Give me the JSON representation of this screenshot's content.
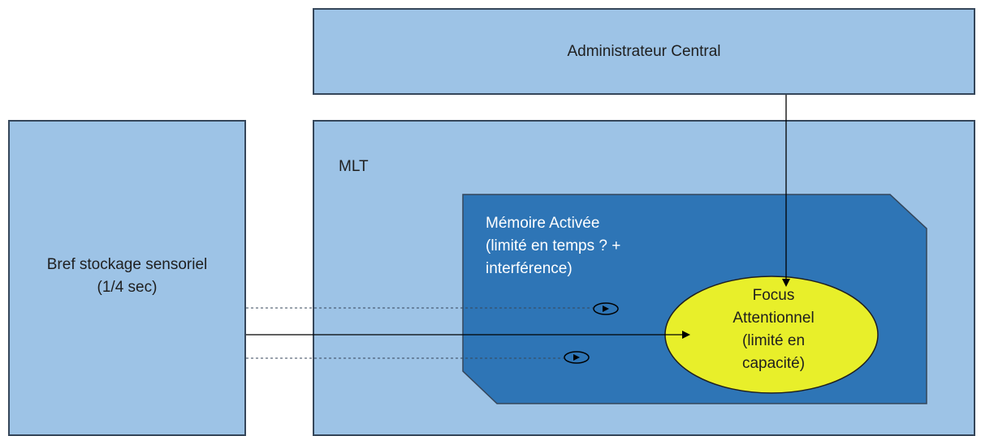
{
  "central_executive": {
    "label": "Administrateur Central"
  },
  "sensory_store": {
    "line1": "Bref stockage sensoriel",
    "line2": "(1/4 sec)"
  },
  "long_term_memory": {
    "label": "MLT"
  },
  "activated_memory": {
    "line1": "Mémoire Activée",
    "line2": "(limité en temps ? +",
    "line3": "interférence)"
  },
  "attention_focus": {
    "line1": "Focus",
    "line2": "Attentionnel",
    "line3": "(limité en",
    "line4": "capacité)"
  },
  "colors": {
    "box_fill": "#9dc3e6",
    "box_border": "#35465a",
    "activated_fill": "#2e75b6",
    "focus_fill": "#e8ef2a",
    "arrow": "#000000"
  }
}
